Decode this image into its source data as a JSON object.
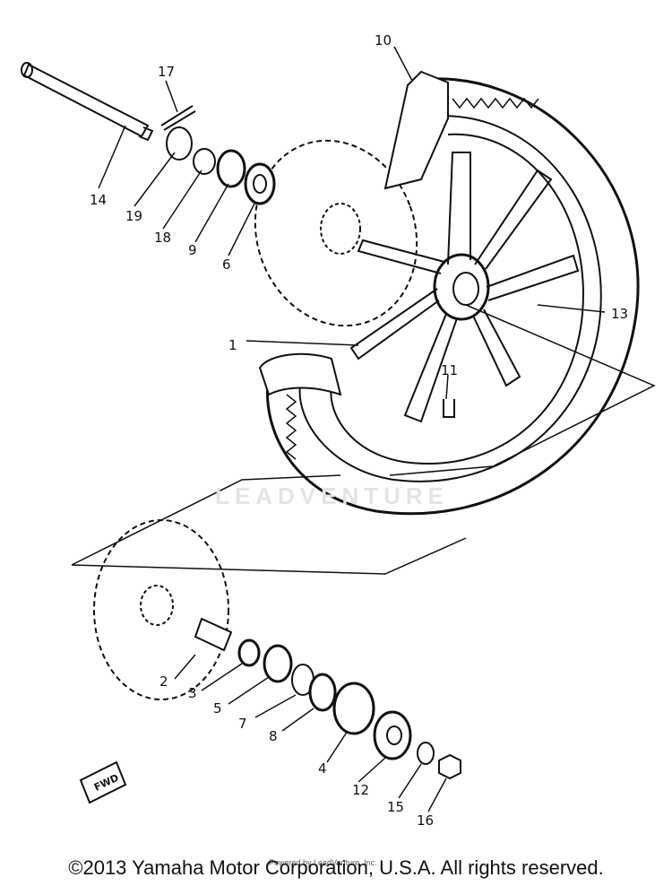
{
  "diagram": {
    "parts": [
      {
        "number": "1"
      },
      {
        "number": "2"
      },
      {
        "number": "3"
      },
      {
        "number": "4"
      },
      {
        "number": "5"
      },
      {
        "number": "6"
      },
      {
        "number": "7"
      },
      {
        "number": "8"
      },
      {
        "number": "9"
      },
      {
        "number": "10"
      },
      {
        "number": "11"
      },
      {
        "number": "12"
      },
      {
        "number": "13"
      },
      {
        "number": "14"
      },
      {
        "number": "15"
      },
      {
        "number": "16"
      },
      {
        "number": "17"
      },
      {
        "number": "18"
      },
      {
        "number": "19"
      }
    ],
    "direction_label": "FWD",
    "watermark": "LEADVENTURE"
  },
  "footer": {
    "copyright": "©2013 Yamaha Motor Corporation, U.S.A. All rights reserved.",
    "credit": "Powered by LeadVenture, Inc."
  }
}
